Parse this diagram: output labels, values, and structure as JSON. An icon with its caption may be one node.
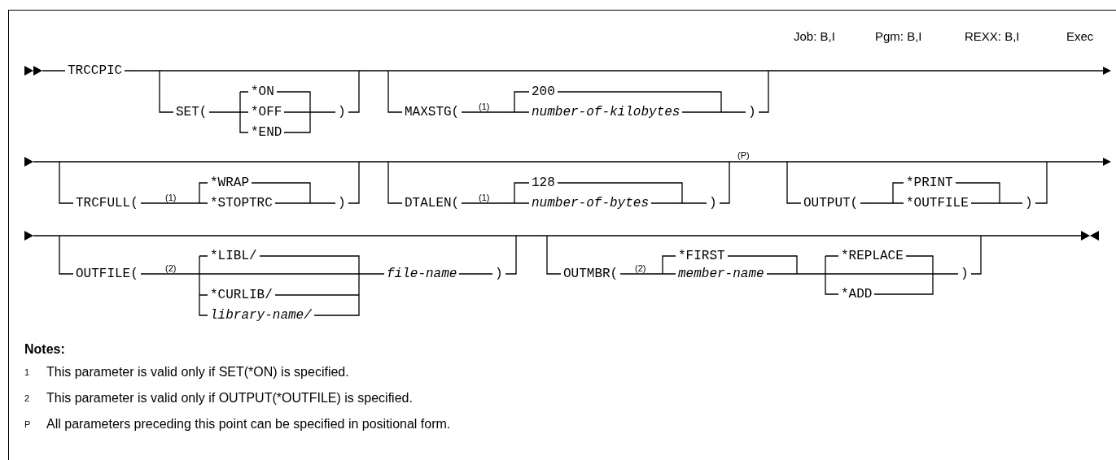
{
  "diagram": {
    "labels": [
      "Job: B,I",
      "Pgm: B,I",
      "REXX: B,I",
      "Exec",
      "TRCCPIC",
      "*ON",
      "SET(",
      "*OFF",
      ")",
      "*END",
      "200",
      "MAXSTG(",
      "(1)",
      "number-of-kilobytes",
      ")",
      "(P)",
      "*WRAP",
      "TRCFULL(",
      "(1)",
      "*STOPTRC",
      ")",
      "128",
      "DTALEN(",
      "(1)",
      "number-of-bytes",
      ")",
      "*PRINT",
      "OUTPUT(",
      "*OUTFILE",
      ")",
      "*LIBL/",
      "*FIRST",
      "*REPLACE",
      "OUTFILE(",
      "(2)",
      "file-name",
      ")",
      "OUTMBR(",
      "(2)",
      "member-name",
      ")",
      "*CURLIB/",
      "*ADD",
      "library-name/",
      "Notes:",
      "1",
      "This parameter is valid only if SET(*ON) is specified.",
      "2",
      "This parameter is valid only if OUTPUT(*OUTFILE) is specified.",
      "P",
      "All parameters preceding this point can be specified in positional form."
    ]
  }
}
